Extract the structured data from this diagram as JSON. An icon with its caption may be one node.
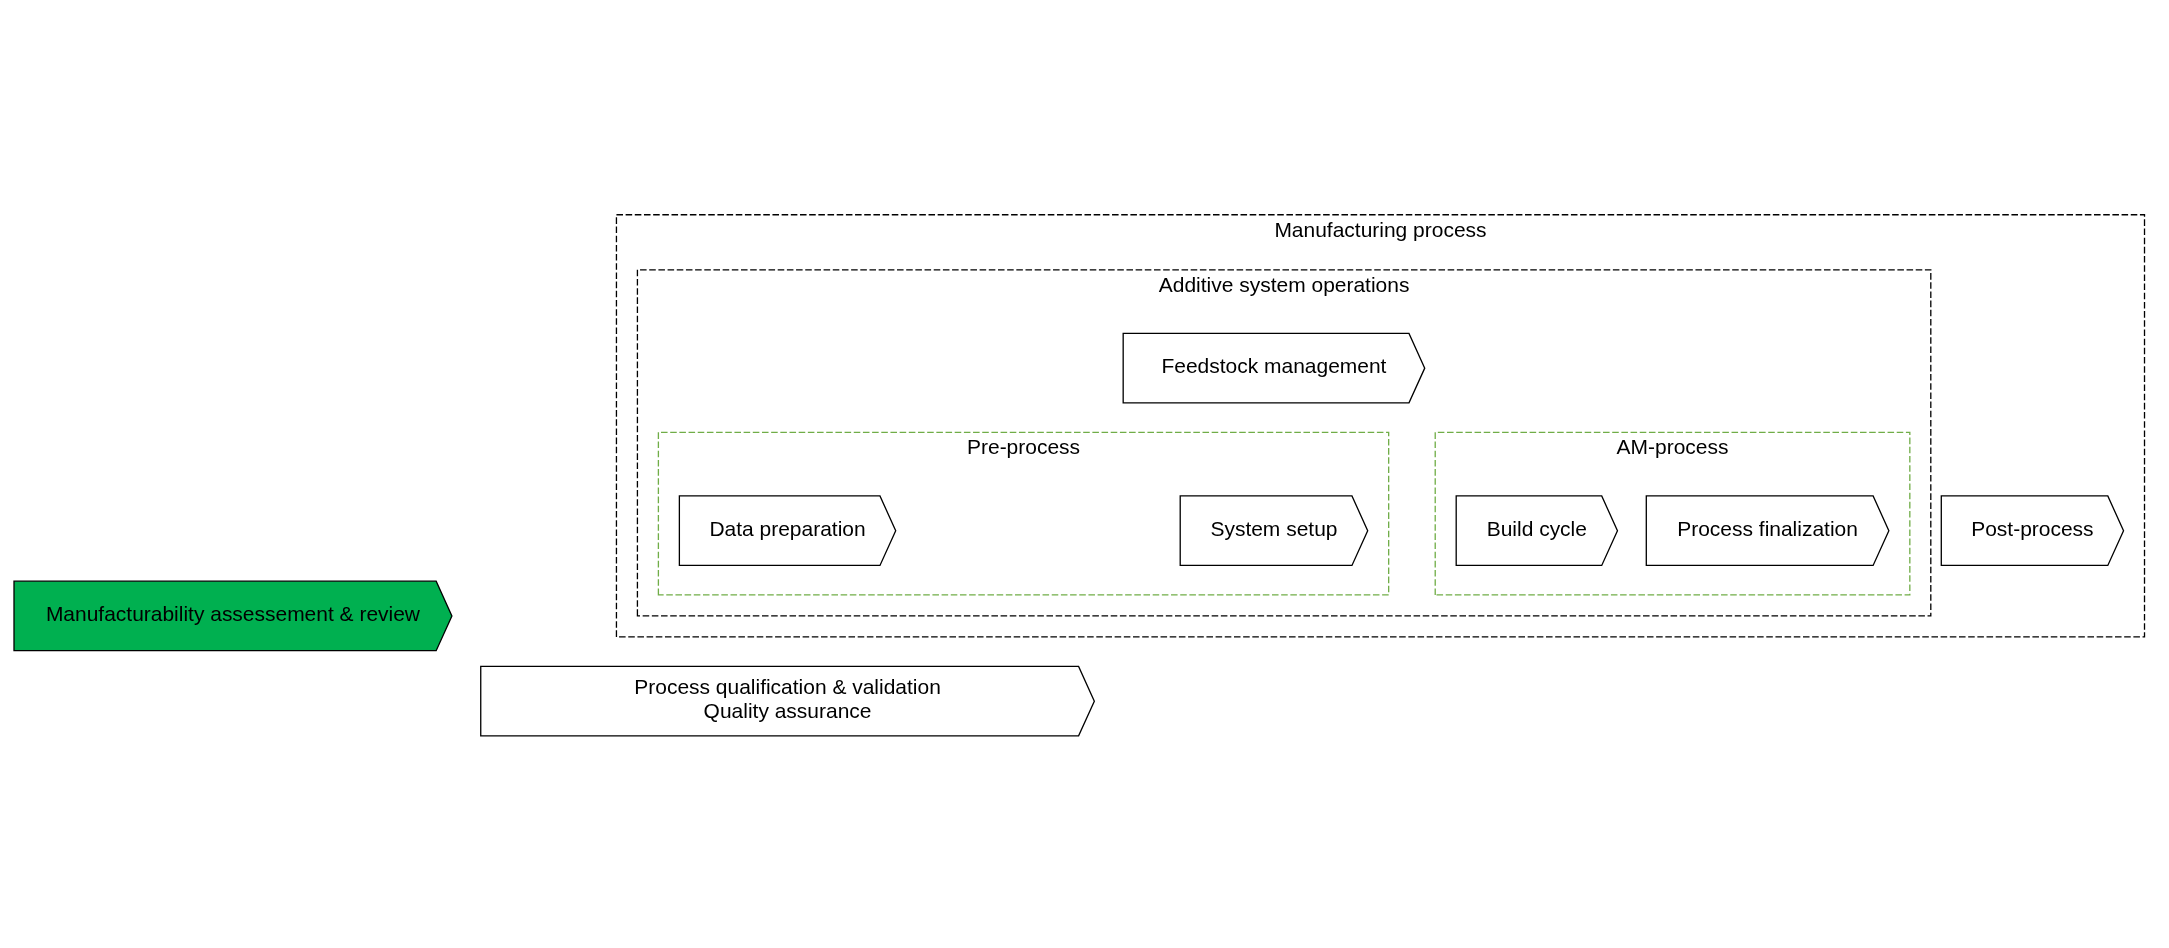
{
  "diagram": {
    "nodes": [
      {
        "text": [
          "Manufacturing process"
        ]
      },
      {
        "text": [
          "Additive system operations"
        ],
        "in": 0
      },
      {
        "text": [
          "Pre-process"
        ],
        "in": 1
      },
      {
        "text": [
          "Data preparation"
        ],
        "in": 2
      },
      {
        "text": [
          "System setup"
        ],
        "in": 2
      },
      {
        "text": [
          "AM-process"
        ],
        "in": 1
      },
      {
        "text": [
          "Build cycle"
        ],
        "in": 5
      },
      {
        "text": [
          "Process finalization"
        ],
        "in": 5
      },
      {
        "text": [
          "Feedstock management"
        ],
        "in": 1
      },
      {
        "text": [
          "Post-process"
        ],
        "in": 0
      },
      {
        "text": [
          "Manufacturability assessement & review"
        ]
      },
      {
        "text": [
          "Process qualification & validation",
          "Quality assurance"
        ]
      }
    ],
    "edges": []
  }
}
